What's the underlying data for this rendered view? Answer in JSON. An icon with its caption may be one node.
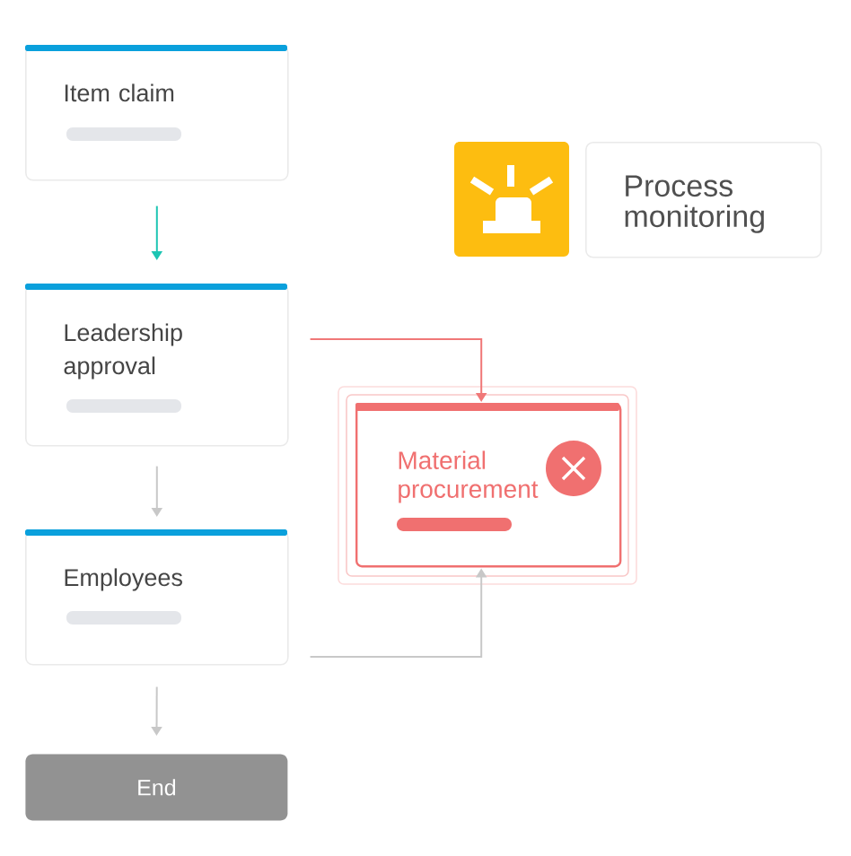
{
  "diagram": {
    "nodes": [
      {
        "text": [
          "Item claim"
        ]
      },
      {
        "text": [
          "Leadership approval"
        ]
      },
      {
        "text": [
          "Employees"
        ]
      },
      {
        "text": [
          "End"
        ]
      },
      {
        "text": [
          "Process monitoring"
        ]
      },
      {
        "text": [
          "Material procurement"
        ]
      }
    ],
    "edges": [
      {
        "from": 0,
        "to": 1,
        "arrow": "to",
        "color": "#1dc5b3"
      },
      {
        "from": 1,
        "to": 2,
        "arrow": "to"
      },
      {
        "from": 2,
        "to": 3,
        "arrow": "to"
      },
      {
        "from": 1,
        "to": 5,
        "arrow": "to",
        "color": "#f07878"
      },
      {
        "from": 2,
        "to": 5,
        "arrow": "to"
      }
    ]
  }
}
